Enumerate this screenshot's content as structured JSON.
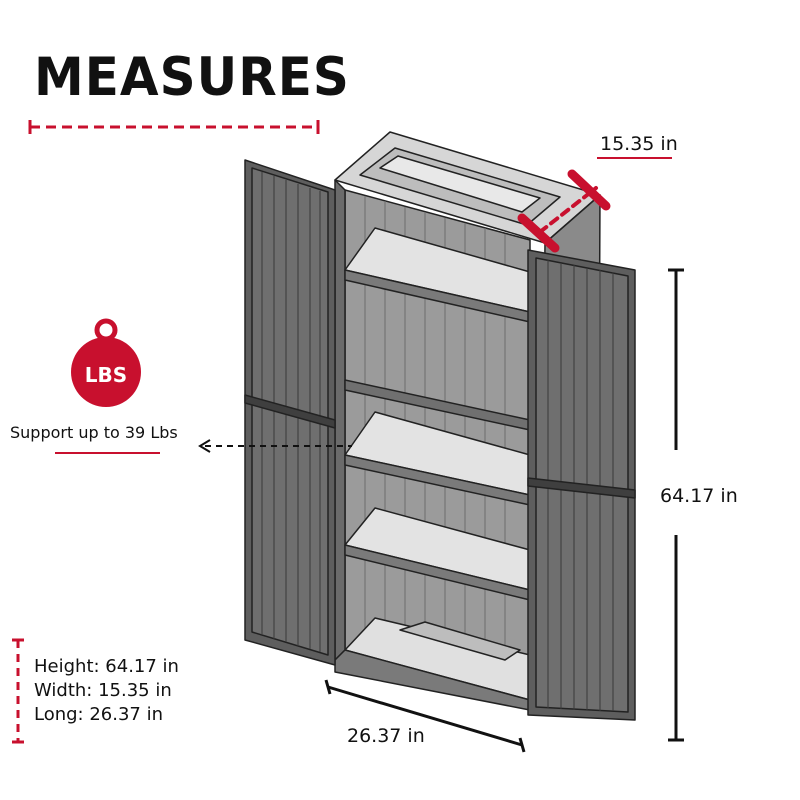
{
  "title": "MEASURES",
  "weight_badge": {
    "label": "LBS"
  },
  "support_note": "Support up to 39 Lbs",
  "dimensions": {
    "depth": "15.35 in",
    "height": "64.17 in",
    "length": "26.37 in"
  },
  "specs": [
    "Height: 64.17 in",
    "Width: 15.35 in",
    "Long: 26.37 in"
  ],
  "colors": {
    "accent": "#c8102e",
    "cabinet_dark": "#5a5a5a",
    "cabinet_light": "#d9d9d9",
    "text": "#111111"
  }
}
